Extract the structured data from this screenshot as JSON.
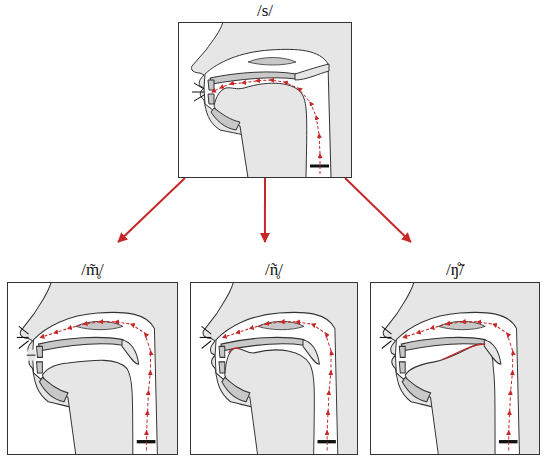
{
  "diagram": {
    "nodes": [
      {
        "text": [
          "/s/"
        ]
      },
      {
        "text": [
          "/m̥̃/"
        ]
      },
      {
        "text": [
          "/ñ̥/"
        ]
      },
      {
        "text": [
          "/ŋ̊̃/"
        ]
      }
    ],
    "edges": [
      {
        "from": 0,
        "to": 1,
        "arrow": "to"
      },
      {
        "from": 0,
        "to": 2,
        "arrow": "to"
      },
      {
        "from": 0,
        "to": 3,
        "arrow": "to"
      }
    ]
  }
}
